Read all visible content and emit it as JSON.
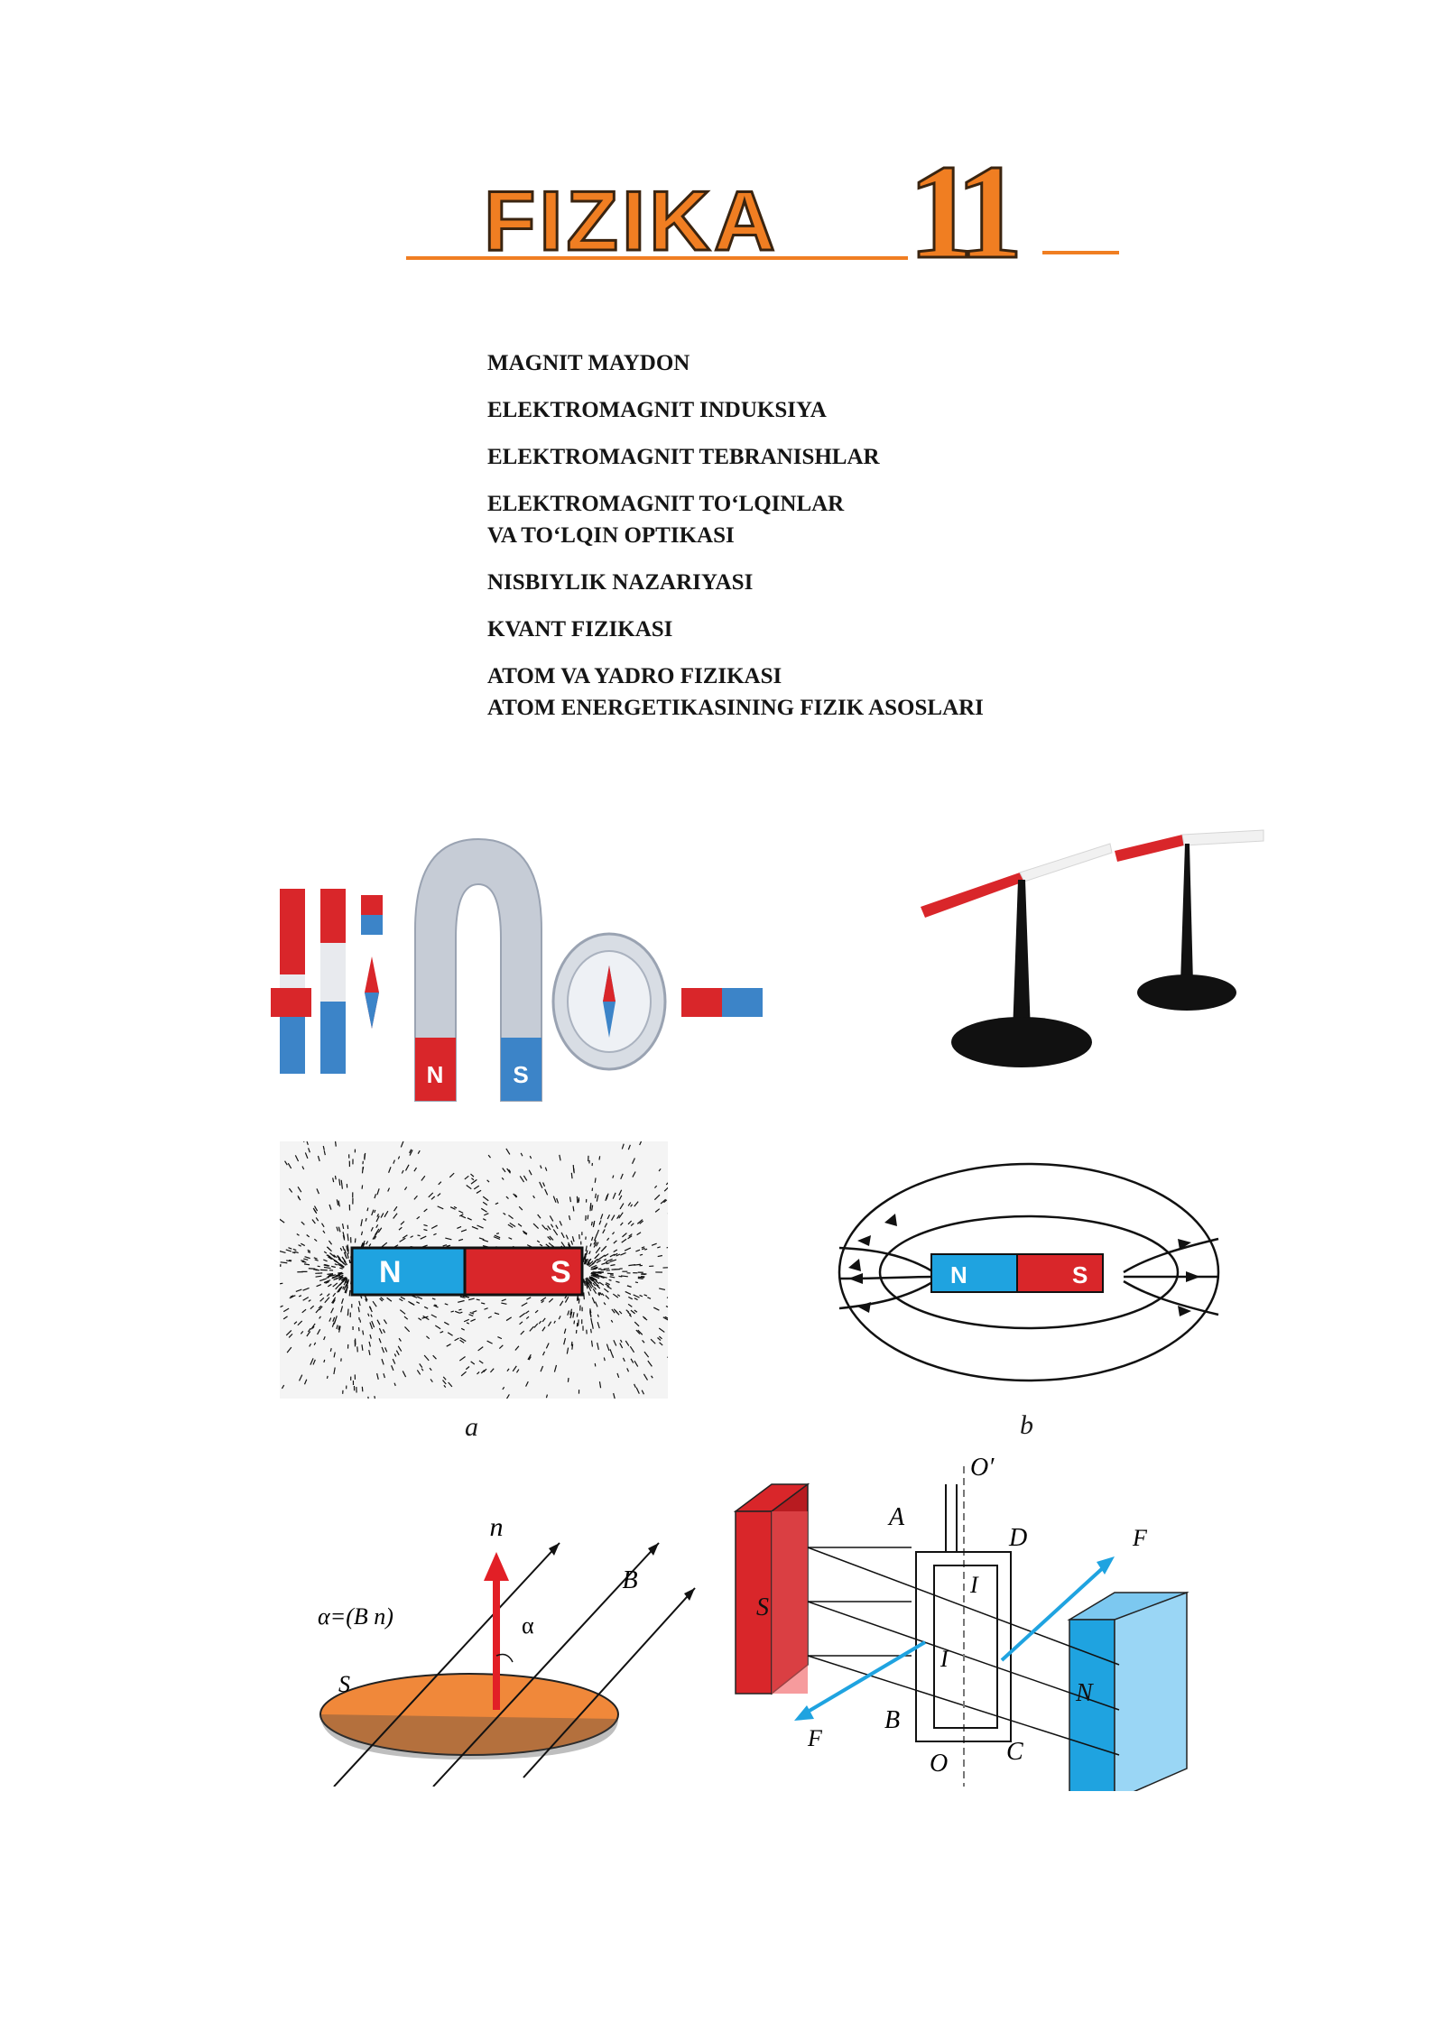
{
  "title": {
    "word": "FIZIKA",
    "number": "11"
  },
  "topics": [
    {
      "lines": [
        "MAGNIT MAYDON"
      ]
    },
    {
      "lines": [
        "ELEKTROMAGNIT INDUKSIYA"
      ]
    },
    {
      "lines": [
        "ELEKTROMAGNIT TEBRANISHLAR"
      ]
    },
    {
      "lines": [
        "ELEKTROMAGNIT TO‘LQINLAR",
        "VA TO‘LQIN OPTIKASI"
      ]
    },
    {
      "lines": [
        "NISBIYLIK NAZARIYASI"
      ]
    },
    {
      "lines": [
        "KVANT FIZIKASI"
      ]
    },
    {
      "lines": [
        "ATOM VA YADRO FIZIKASI",
        "ATOM ENERGETIKASINING FIZIK ASOSLARI"
      ]
    }
  ],
  "figures": {
    "magnets": {
      "pole_n": "N",
      "pole_s": "S"
    },
    "iron_filings": {
      "pole_n": "N",
      "pole_s": "S",
      "caption": "a"
    },
    "field_lines": {
      "pole_n": "N",
      "pole_s": "S",
      "caption": "b"
    },
    "flux_diagram": {
      "angle_def": "α=(B n)",
      "n_label": "n",
      "b_label": "B",
      "alpha_label": "α",
      "surface_label": "S"
    },
    "motor_frame": {
      "s_label": "S",
      "n_label": "N",
      "axis_top": "O′",
      "axis_bottom": "O",
      "A": "A",
      "B": "B",
      "C": "C",
      "D": "D",
      "current": "I",
      "force": "F"
    }
  },
  "colors": {
    "orange": "#f07e22",
    "red": "#d9262a",
    "blue": "#1fa3e0"
  }
}
